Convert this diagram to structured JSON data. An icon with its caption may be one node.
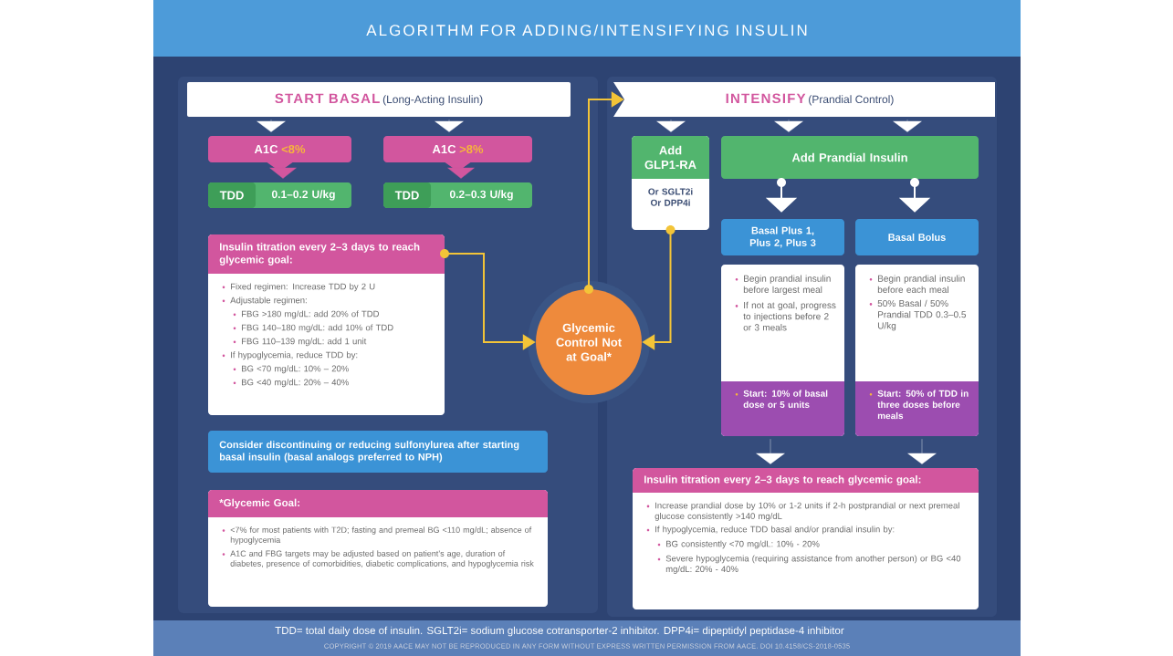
{
  "diagram": {
    "title": "ALGORITHM FOR ADDING/INTENSIFYING INSULIN",
    "nodes": [
      {
        "text": [
          "START BASAL",
          "(Long-Acting Insulin)"
        ]
      },
      {
        "text": [
          "A1C",
          "<8%"
        ]
      },
      {
        "text": [
          "A1C",
          ">8%"
        ]
      },
      {
        "text": [
          "TDD",
          "0.1–0.2 U/kg"
        ]
      },
      {
        "text": [
          "TDD",
          "0.2–0.3 U/kg"
        ]
      },
      {
        "text": [
          "Insulin titration every 2–3 days to reach glycemic goal:",
          "Fixed regimen: Increase TDD by 2 U",
          "Adjustable regimen:",
          "FBG >180 mg/dL: add 20% of TDD",
          "FBG 140–180 mg/dL: add 10% of TDD",
          "FBG 110–139 mg/dL: add 1 unit",
          "If hypoglycemia, reduce TDD by:",
          "BG <70 mg/dL: 10% – 20%",
          "BG <40 mg/dL: 20% – 40%"
        ]
      },
      {
        "text": [
          "Consider discontinuing or reducing sulfonylurea after starting basal insulin (basal analogs preferred to NPH)"
        ]
      },
      {
        "text": [
          "*Glycemic Goal:",
          "<7% for most patients with T2D; fasting and premeal BG <110 mg/dL; absence of hypoglycemia",
          "A1C and FBG targets may be adjusted based on patient’s age, duration of diabetes, presence of comorbidities, diabetic complications, and hypoglycemia risk"
        ]
      },
      {
        "text": [
          "Glycemic Control Not at Goal*"
        ]
      },
      {
        "text": [
          "INTENSIFY",
          "(Prandial Control)"
        ]
      },
      {
        "text": [
          "Add GLP1-RA",
          "Or SGLT2i Or DPP4i"
        ]
      },
      {
        "text": [
          "Add Prandial Insulin"
        ]
      },
      {
        "text": [
          "Basal Plus 1, Plus 2, Plus 3"
        ]
      },
      {
        "text": [
          "Basal Bolus"
        ]
      },
      {
        "text": [
          "Begin prandial insulin before largest meal",
          "If not at goal, progress to injections before 2 or 3 meals",
          "Start: 10% of basal dose or 5 units"
        ]
      },
      {
        "text": [
          "Begin prandial insulin before each meal",
          "50% Basal / 50% Prandial TDD 0.3–0.5 U/kg",
          "Start: 50% of TDD in three doses before meals"
        ]
      },
      {
        "text": [
          "Insulin titration every 2–3 days to reach glycemic goal:",
          "Increase prandial dose by 10% or 1-2 units if 2-h postprandial or next premeal glucose consistently >140 mg/dL",
          "If hypoglycemia, reduce TDD basal and/or prandial insulin by:",
          "BG consistently <70 mg/dL: 10% - 20%",
          "Severe hypoglycemia (requiring assistance from another person) or BG <40 mg/dL: 20% - 40%"
        ]
      }
    ],
    "edges": [
      {
        "from": 0,
        "to": 1,
        "arrow": "to"
      },
      {
        "from": 0,
        "to": 2,
        "arrow": "to"
      },
      {
        "from": 1,
        "to": 3,
        "arrow": "to",
        "color": "#d2569e"
      },
      {
        "from": 2,
        "to": 4,
        "arrow": "to",
        "color": "#d2569e"
      },
      {
        "from": 5,
        "to": 8,
        "arrow": "to",
        "color": "#f3c438"
      },
      {
        "from": 10,
        "to": 8,
        "arrow": "to",
        "color": "#f3c438"
      },
      {
        "from": 8,
        "to": 9,
        "arrow": "to",
        "color": "#f3c438"
      },
      {
        "from": 9,
        "to": 10,
        "arrow": "to"
      },
      {
        "from": 9,
        "to": 11,
        "arrow": "to"
      },
      {
        "from": 9,
        "to": 11,
        "arrow": "to"
      },
      {
        "from": 11,
        "to": 12,
        "arrow": "to"
      },
      {
        "from": 11,
        "to": 13,
        "arrow": "to"
      },
      {
        "from": 14,
        "to": 16,
        "arrow": "to"
      },
      {
        "from": 15,
        "to": 16,
        "arrow": "to"
      }
    ],
    "labels": [
      "TDD= total daily dose of insulin. SGLT2i= sodium glucose cotransporter-2 inhibitor. DPP4i= dipeptidyl peptidase-4 inhibitor",
      "COPYRIGHT © 2019 AACE MAY NOT BE REPRODUCED IN ANY FORM WITHOUT EXPRESS WRITTEN PERMISSION FROM AACE. DOI 10.4158/CS-2018-0535"
    ]
  }
}
